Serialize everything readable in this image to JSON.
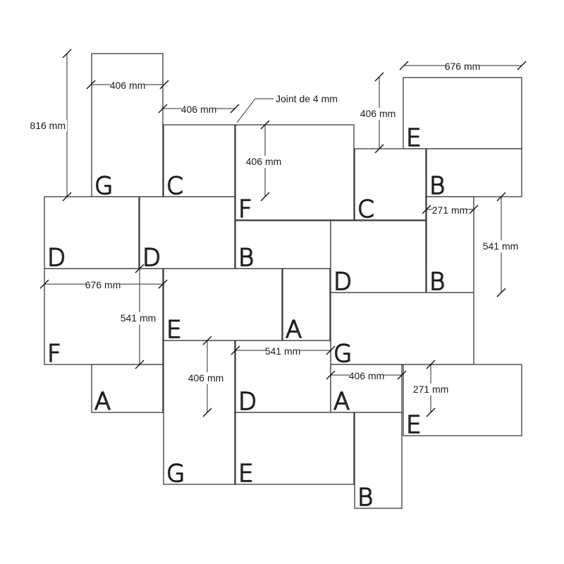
{
  "tile_letters": [
    "G",
    "C",
    "F",
    "E",
    "C",
    "B",
    "D",
    "D",
    "B",
    "D",
    "B",
    "F",
    "E",
    "A",
    "G",
    "A",
    "D",
    "A",
    "E",
    "G",
    "E",
    "B"
  ],
  "dimensions": [
    "816 mm",
    "406 mm",
    "406 mm",
    "406 mm",
    "406 mm",
    "676 mm",
    "541 mm",
    "271 mm",
    "676 mm",
    "541 mm",
    "541 mm",
    "406 mm",
    "406 mm",
    "271 mm"
  ],
  "joint_label": "Joint de 4 mm"
}
